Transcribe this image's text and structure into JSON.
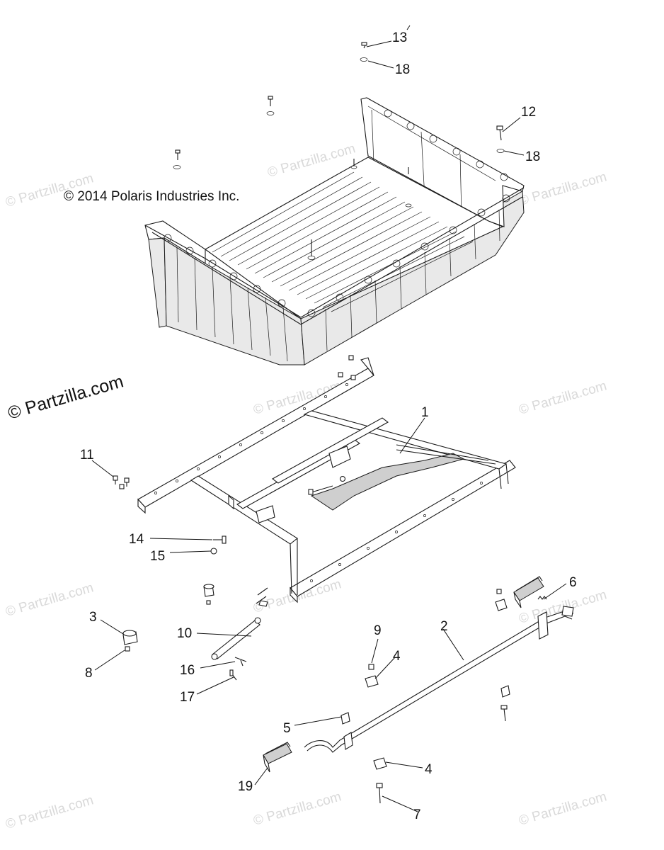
{
  "copyright": "© 2014 Polaris Industries Inc.",
  "site_mark": "© Partzilla.com",
  "watermark_text": "© Partzilla.com",
  "callouts": {
    "c1": "1",
    "c2": "2",
    "c3": "3",
    "c4a": "4",
    "c4b": "4",
    "c5": "5",
    "c6": "6",
    "c7": "7",
    "c8": "8",
    "c9": "9",
    "c10": "10",
    "c11": "11",
    "c12": "12",
    "c13": "13",
    "c14": "14",
    "c15": "15",
    "c16": "16",
    "c17": "17",
    "c18a": "18",
    "c18b": "18",
    "c19": "19"
  },
  "colors": {
    "line": "#1a1a1a",
    "watermark": "#d9d9d9",
    "background": "#ffffff"
  }
}
